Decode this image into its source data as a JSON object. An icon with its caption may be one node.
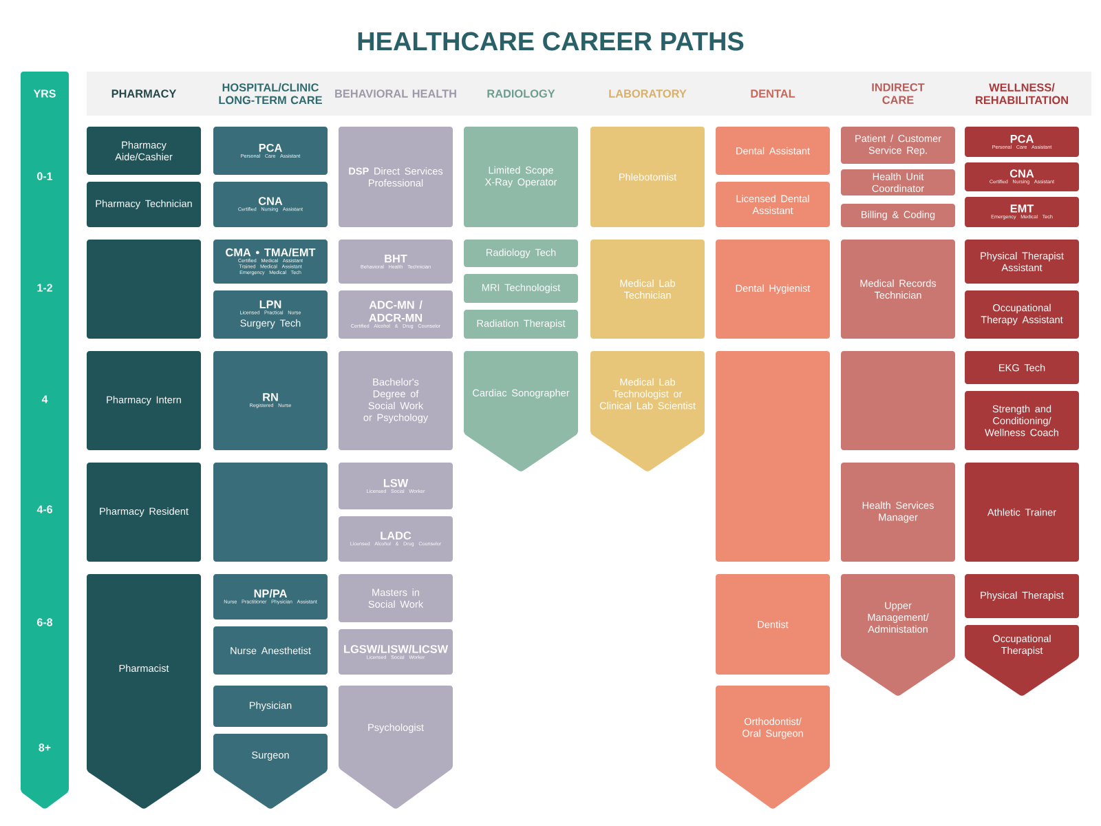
{
  "diagram": {
    "title": "HEALTHCARE CAREER PATHS",
    "nodes": [
      {
        "text": [
          "Pharmacy Aide/Cashier"
        ]
      },
      {
        "text": [
          "Pharmacy Technician"
        ]
      },
      {
        "text": [],
        "shape": "box"
      },
      {
        "text": [
          "Pharmacy Intern"
        ]
      },
      {
        "text": [
          "Pharmacy Resident"
        ]
      },
      {
        "text": [
          "Pharmacist"
        ]
      },
      {
        "text": [
          "PCA",
          "Personal Care Assistant"
        ]
      },
      {
        "text": [
          "CNA",
          "Certified Nursing Assistant"
        ]
      },
      {
        "text": [
          "CMA • TMA/EMT",
          "Certified Medical Assistant Trained Medical Assistant Emergency Medical Tech"
        ]
      },
      {
        "text": [
          "LPN",
          "Licensed Practical Nurse",
          "Surgery Tech"
        ]
      },
      {
        "text": [
          "RN",
          "Registered Nurse"
        ]
      },
      {
        "text": [],
        "shape": "box"
      },
      {
        "text": [
          "NP/PA",
          "Nurse Practitioner Physician Assistant"
        ]
      },
      {
        "text": [
          "Nurse Anesthetist"
        ]
      },
      {
        "text": [
          "Physician"
        ]
      },
      {
        "text": [
          "Surgeon"
        ]
      },
      {
        "text": [
          "**DSP** Direct Services Professional"
        ]
      },
      {
        "text": [
          "BHT",
          "Behavioral Health Technician"
        ]
      },
      {
        "text": [
          "ADC-MN / ADCR-MN",
          "Certified Alcohol & Drug Counselor"
        ]
      },
      {
        "text": [
          "Bachelor's Degree of Social Work or Psychology"
        ]
      },
      {
        "text": [
          "LSW",
          "Licensed Social Worker"
        ]
      },
      {
        "text": [
          "LADC",
          "Licensed Alcohol & Drug Counselor"
        ]
      },
      {
        "text": [
          "Masters in Social Work"
        ]
      },
      {
        "text": [
          "LGSW/LISW/LICSW",
          "Licensed Social Worker"
        ]
      },
      {
        "text": [
          "Psychologist"
        ]
      },
      {
        "text": [
          "Limited Scope X-Ray Operator"
        ]
      },
      {
        "text": [
          "Radiology Tech"
        ]
      },
      {
        "text": [
          "MRI Technologist"
        ]
      },
      {
        "text": [
          "Radiation Therapist"
        ]
      },
      {
        "text": [
          "Cardiac Sonographer"
        ]
      },
      {
        "text": [
          "Phlebotomist"
        ]
      },
      {
        "text": [
          "Medical Lab Technician"
        ]
      },
      {
        "text": [
          "Medical Lab Technologist or Clinical Lab Scientist"
        ]
      },
      {
        "text": [
          "Dental Assistant"
        ]
      },
      {
        "text": [
          "Licensed Dental Assistant"
        ]
      },
      {
        "text": [
          "Dental Hygienist"
        ]
      },
      {
        "text": [],
        "shape": "box"
      },
      {
        "text": [
          "Dentist"
        ]
      },
      {
        "text": [
          "Orthodontist/ Oral Surgeon"
        ]
      },
      {
        "text": [
          "Patient / Customer Service Rep."
        ]
      },
      {
        "text": [
          "Health Unit Coordinator"
        ]
      },
      {
        "text": [
          "Billing & Coding"
        ]
      },
      {
        "text": [
          "Medical Records Technician"
        ]
      },
      {
        "text": [],
        "shape": "box"
      },
      {
        "text": [
          "Health Services Manager"
        ]
      },
      {
        "text": [
          "Upper Management/ Administation"
        ]
      },
      {
        "text": [
          "PCA",
          "Personal Care Assistant"
        ]
      },
      {
        "text": [
          "CNA",
          "Certified Nursing Assistant"
        ]
      },
      {
        "text": [
          "EMT",
          "Emergency Medical Tech"
        ]
      },
      {
        "text": [
          "Physical Therapist Assistant"
        ]
      },
      {
        "text": [
          "Occupational Therapy Assistant"
        ]
      },
      {
        "text": [
          "EKG Tech"
        ]
      },
      {
        "text": [
          "Strength and Conditioning/ Wellness Coach"
        ]
      },
      {
        "text": [
          "Athletic Trainer"
        ]
      },
      {
        "text": [
          "Physical Therapist"
        ]
      },
      {
        "text": [
          "Occupational Therapist"
        ]
      }
    ],
    "labels": [
      "YRS",
      "PHARMACY",
      "HOSPITAL/CLINIC LONG-TERM CARE",
      "BEHAVIORAL HEALTH",
      "RADIOLOGY",
      "LABORATORY",
      "DENTAL",
      "INDIRECT CARE",
      "WELLNESS/ REHABILITATION",
      "0-1",
      "1-2",
      "4",
      "4-6",
      "6-8",
      "8+"
    ]
  }
}
